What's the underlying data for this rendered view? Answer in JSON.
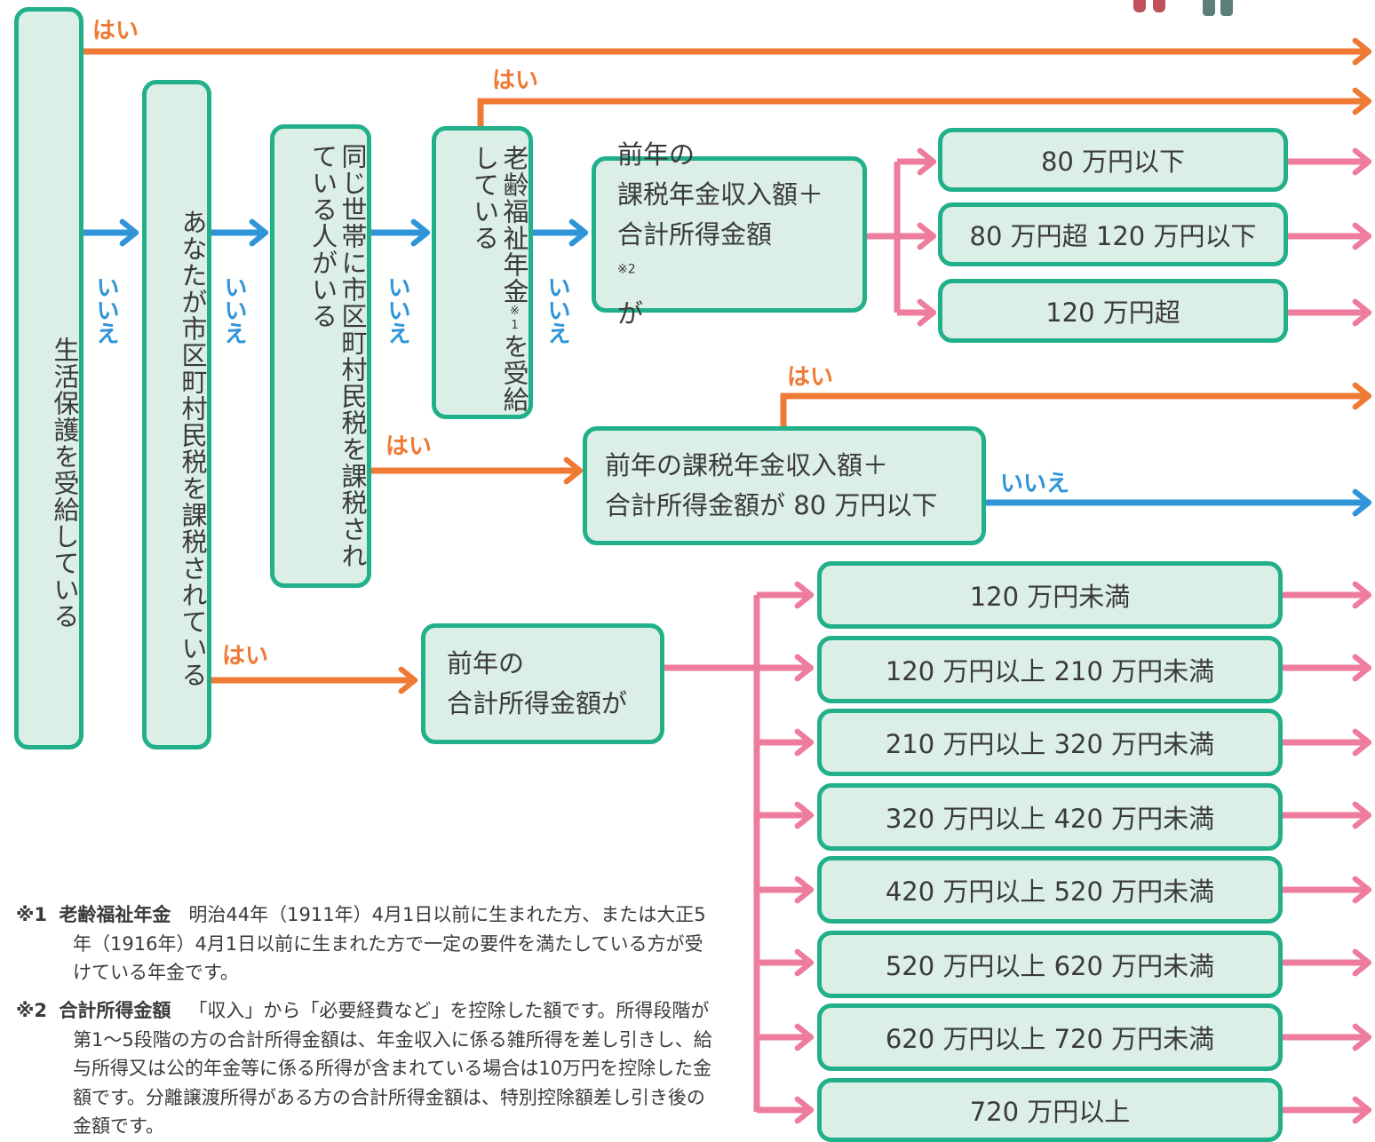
{
  "labels": {
    "yes": "はい",
    "no": "いいえ"
  },
  "q1": "生活保護を受給している",
  "q2": "あなたが市区町村民税を課税されている",
  "q3": "同じ世帯に市区町村民税を課税されている人がいる",
  "q4": {
    "text": "老齢福祉年金",
    "note": "※1",
    "tail": "を受給している"
  },
  "q5": {
    "line1": "前年の",
    "line2": "課税年金収入額＋",
    "line3": "合計所得金額",
    "note": "※2",
    "tail": "が"
  },
  "q6": {
    "line1": "前年の課税年金収入額＋",
    "line2": "合計所得金額が 80 万円以下"
  },
  "q7": {
    "line1": "前年の",
    "line2": "合計所得金額が"
  },
  "brackets_a": [
    "80 万円以下",
    "80 万円超 120 万円以下",
    "120 万円超"
  ],
  "brackets_b": [
    "120 万円未満",
    "120 万円以上 210 万円未満",
    "210 万円以上 320 万円未満",
    "320 万円以上 420 万円未満",
    "420 万円以上 520 万円未満",
    "520 万円以上 620 万円未満",
    "620 万円以上 720 万円未満",
    "720 万円以上"
  ],
  "notes": [
    {
      "mark": "※1",
      "title": "老齢福祉年金",
      "text": "明治44年（1911年）4月1日以前に生まれた方、または大正5年（1916年）4月1日以前に生まれた方で一定の要件を満たしている方が受けている年金です。"
    },
    {
      "mark": "※2",
      "title": "合計所得金額",
      "text": "「収入」から「必要経費など」を控除した額です。所得段階が第1～5段階の方の合計所得金額は、年金収入に係る雑所得を差し引きし、給与所得又は公的年金等に係る所得が含まれている場合は10万円を控除した金額です。分離譲渡所得がある方の合計所得金額は、特別控除額差し引き後の金額です。"
    }
  ],
  "colors": {
    "box_fill": "#dcefe6",
    "box_border": "#22b08a",
    "yes": "#ee7a36",
    "no": "#2f95d8",
    "branch": "#ee7c9c"
  }
}
